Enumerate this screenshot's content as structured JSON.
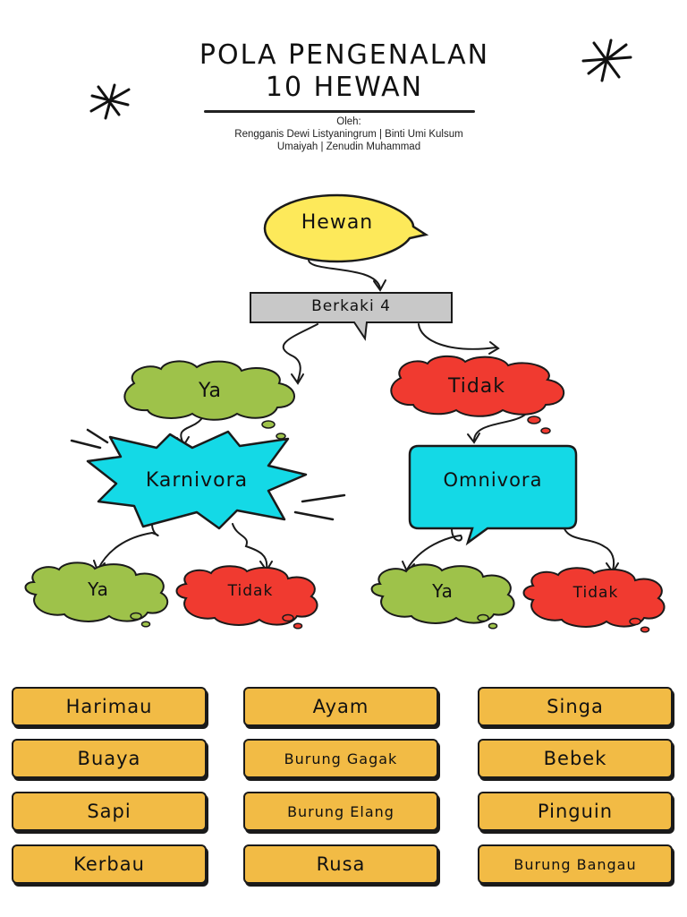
{
  "header": {
    "title_line1": "POLA PENGENALAN",
    "title_line2": "10 HEWAN",
    "byline": [
      "Oleh:",
      "Rengganis Dewi Listyaningrum | Binti Umi Kulsum",
      "Umaiyah | Zenudin Muhammad"
    ]
  },
  "diagram": {
    "root": "Hewan",
    "question1": "Berkaki 4",
    "branch_yes": "Ya",
    "branch_no": "Tidak",
    "karnivora": "Karnivora",
    "omnivora": "Omnivora",
    "k_yes": "Ya",
    "k_no": "Tidak",
    "o_yes": "Ya",
    "o_no": "Tidak"
  },
  "colors": {
    "yellow": "#fde95a",
    "gray": "#c8c8c8",
    "green": "#9ec24a",
    "red": "#f03a30",
    "cyan": "#14d9e6",
    "box": "#f2bb45"
  },
  "animals": [
    [
      "Harimau",
      "Ayam",
      "Singa"
    ],
    [
      "Buaya",
      "Burung Gagak",
      "Bebek"
    ],
    [
      "Sapi",
      "Burung Elang",
      "Pinguin"
    ],
    [
      "Kerbau",
      "Rusa",
      "Burung Bangau"
    ]
  ]
}
